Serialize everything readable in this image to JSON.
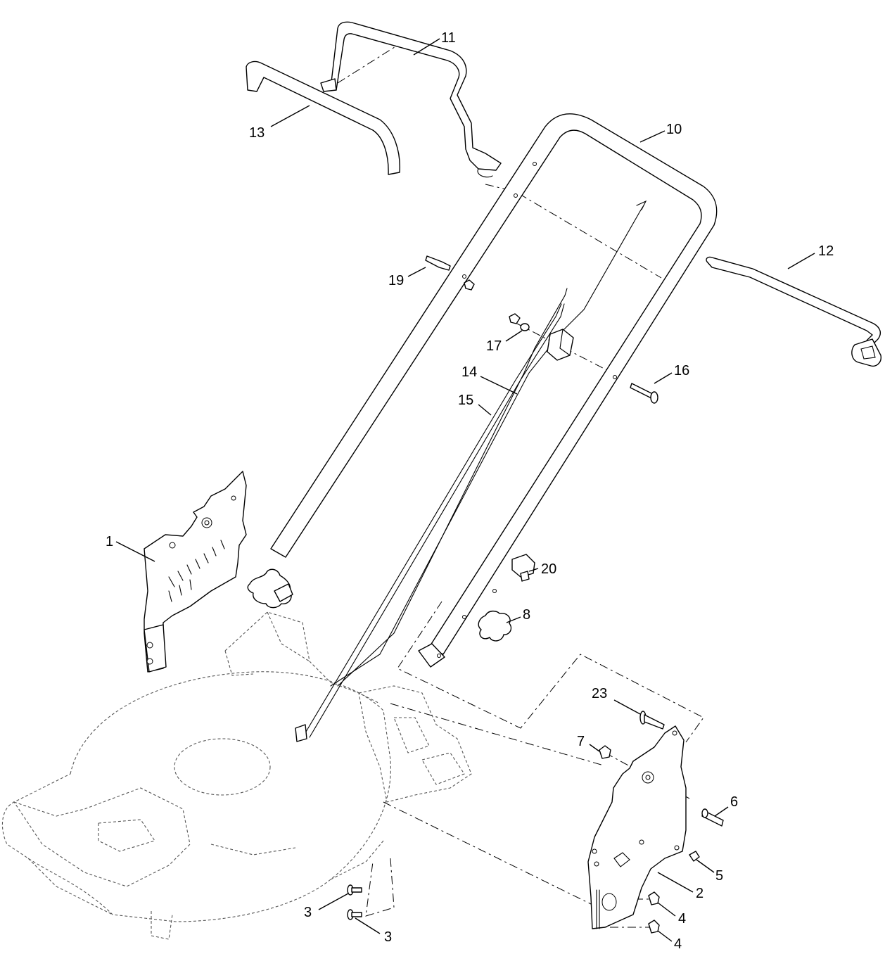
{
  "callouts": [
    {
      "id": "1",
      "part": "left-handle-bracket"
    },
    {
      "id": "2",
      "part": "right-handle-bracket"
    },
    {
      "id": "3",
      "part": "bolt"
    },
    {
      "id": "3",
      "part": "bolt"
    },
    {
      "id": "4",
      "part": "nut"
    },
    {
      "id": "4",
      "part": "nut"
    },
    {
      "id": "5",
      "part": "screw"
    },
    {
      "id": "6",
      "part": "pin"
    },
    {
      "id": "7",
      "part": "nut"
    },
    {
      "id": "8",
      "part": "handle-knob"
    },
    {
      "id": "10",
      "part": "upper-handle"
    },
    {
      "id": "11",
      "part": "bail-bar"
    },
    {
      "id": "12",
      "part": "drive-bail"
    },
    {
      "id": "13",
      "part": "handle-grip"
    },
    {
      "id": "14",
      "part": "control-cable"
    },
    {
      "id": "15",
      "part": "drive-cable"
    },
    {
      "id": "16",
      "part": "carriage-bolt"
    },
    {
      "id": "17",
      "part": "washer"
    },
    {
      "id": "19",
      "part": "cable-clip"
    },
    {
      "id": "20",
      "part": "spacer"
    },
    {
      "id": "23",
      "part": "shoulder-bolt"
    }
  ],
  "colors": {
    "line": "#000000",
    "deck": "#555555",
    "background": "#ffffff"
  }
}
